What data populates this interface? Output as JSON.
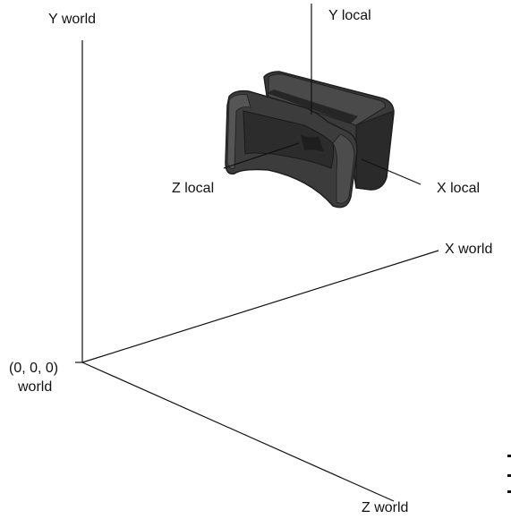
{
  "labels": {
    "y_world": "Y world",
    "y_local": "Y local",
    "z_local": "Z local",
    "x_local": "X local",
    "x_world": "X world",
    "origin_coords": "(0, 0, 0)",
    "origin_word": "world",
    "z_world": "Z world"
  },
  "colors": {
    "axis_line": "#111111",
    "headset_body": "#3a3a3a",
    "headset_dark": "#1e1e1e",
    "headset_light": "#5a5a5a"
  },
  "icons": {
    "headset": "vr-headset-icon"
  }
}
